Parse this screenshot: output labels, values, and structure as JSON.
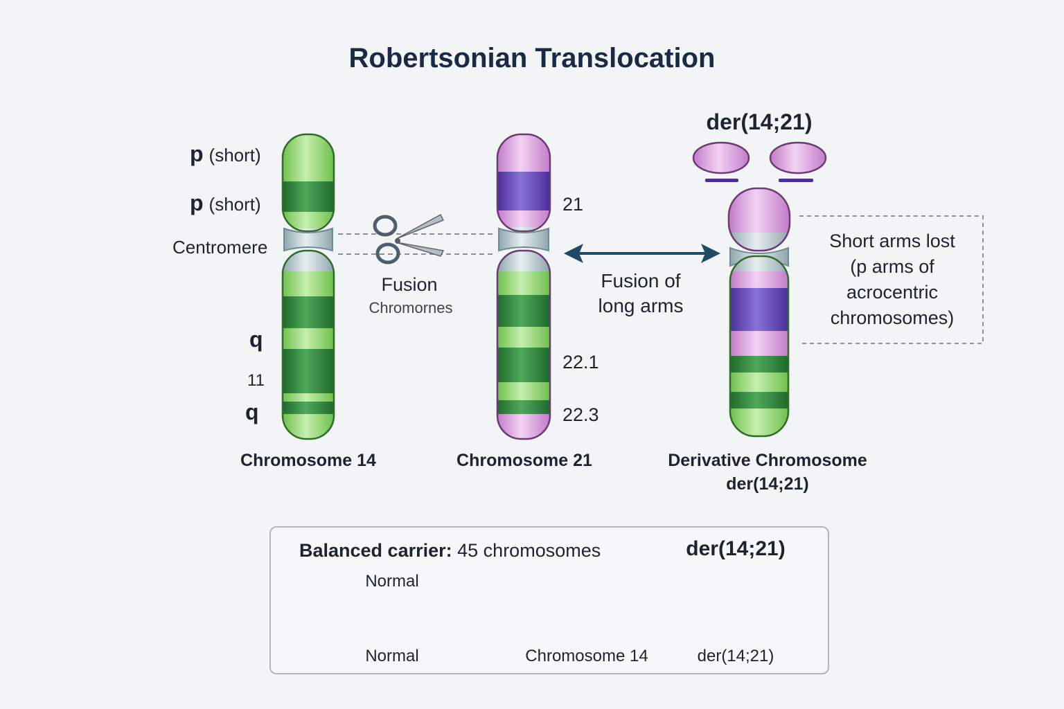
{
  "title": "Robertsonian Translocation",
  "chromosome14": {
    "label_p_symbol_1": "p",
    "label_p_text_1": "(short)",
    "label_p_symbol_2": "p",
    "label_p_text_2": "(short)",
    "label_centromere": "Centromere",
    "label_q_1": "q",
    "label_band": "11",
    "label_q_2": "q",
    "caption": "Chromosome 14"
  },
  "break": {
    "label_1": "Fusion",
    "label_2": "Chromornes"
  },
  "chromosome21": {
    "band_top": "21",
    "band_mid": "22.1",
    "band_bottom": "22.3",
    "caption": "Chromosome 21"
  },
  "fusion_arrow": {
    "line1": "Fusion of",
    "line2": "long arms"
  },
  "derivative": {
    "top_label": "der(14;21)",
    "caption_line1": "Derivative Chromosome",
    "caption_line2": "der(14;21)",
    "note_line1": "Short arms lost",
    "note_line2": "(p arms of",
    "note_line3": "acrocentric",
    "note_line4": "chromosomes)"
  },
  "carrier": {
    "heading_bold": "Balanced carrier:",
    "heading_rest": "45 chromosomes",
    "normal_top": "Normal",
    "normal_bottom": "Normal",
    "pair_label": "Chromosome 14",
    "der_heading": "der(14;21)",
    "der_label": "der(14;21)"
  },
  "colors": {
    "green_light": "#8fd16d",
    "green_dark": "#2e7d3a",
    "purple_light": "#d8a0dc",
    "purple_dark": "#5a3fb0",
    "centromere": "#b9c9cf",
    "arrow": "#1f4a66"
  }
}
